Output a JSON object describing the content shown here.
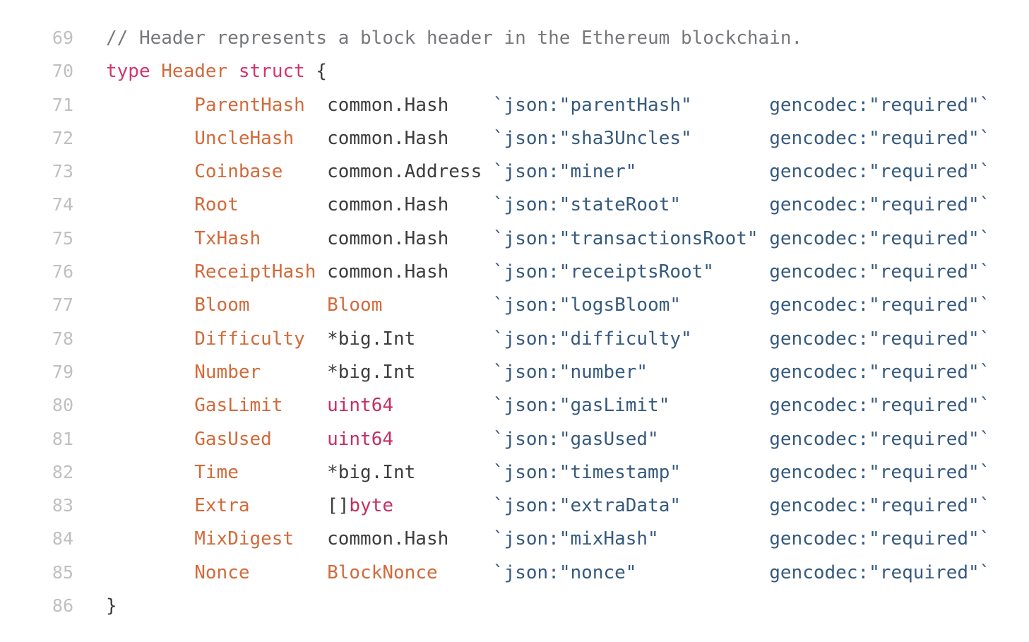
{
  "theme": {
    "bg": "#ffffff",
    "plain": "#3c3d3f",
    "comment": "#76787b",
    "keyword": "#d23669",
    "entity": "#d26a3a",
    "builtin": "#c42f5e",
    "string": "#365a7e",
    "linenum": "#bfc0c2"
  },
  "code": {
    "language": "go",
    "lines": [
      {
        "num": "69",
        "segs": [
          {
            "t": "// Header represents a block header in the Ethereum blockchain.",
            "c": "com"
          }
        ]
      },
      {
        "num": "70",
        "segs": [
          {
            "t": "type",
            "c": "kw"
          },
          {
            "t": " ",
            "c": "pl"
          },
          {
            "t": "Header",
            "c": "ent"
          },
          {
            "t": " ",
            "c": "pl"
          },
          {
            "t": "struct",
            "c": "kw"
          },
          {
            "t": " {",
            "c": "pl"
          }
        ]
      },
      {
        "num": "71",
        "segs": [
          {
            "t": "        ",
            "c": "pl"
          },
          {
            "t": "ParentHash",
            "c": "ent"
          },
          {
            "t": "  common.Hash    ",
            "c": "pl"
          },
          {
            "t": "`json:\"parentHash\"       gencodec:\"required\"`",
            "c": "str"
          }
        ]
      },
      {
        "num": "72",
        "segs": [
          {
            "t": "        ",
            "c": "pl"
          },
          {
            "t": "UncleHash",
            "c": "ent"
          },
          {
            "t": "   common.Hash    ",
            "c": "pl"
          },
          {
            "t": "`json:\"sha3Uncles\"       gencodec:\"required\"`",
            "c": "str"
          }
        ]
      },
      {
        "num": "73",
        "segs": [
          {
            "t": "        ",
            "c": "pl"
          },
          {
            "t": "Coinbase",
            "c": "ent"
          },
          {
            "t": "    common.Address ",
            "c": "pl"
          },
          {
            "t": "`json:\"miner\"            gencodec:\"required\"`",
            "c": "str"
          }
        ]
      },
      {
        "num": "74",
        "segs": [
          {
            "t": "        ",
            "c": "pl"
          },
          {
            "t": "Root",
            "c": "ent"
          },
          {
            "t": "        common.Hash    ",
            "c": "pl"
          },
          {
            "t": "`json:\"stateRoot\"        gencodec:\"required\"`",
            "c": "str"
          }
        ]
      },
      {
        "num": "75",
        "segs": [
          {
            "t": "        ",
            "c": "pl"
          },
          {
            "t": "TxHash",
            "c": "ent"
          },
          {
            "t": "      common.Hash    ",
            "c": "pl"
          },
          {
            "t": "`json:\"transactionsRoot\" gencodec:\"required\"`",
            "c": "str"
          }
        ]
      },
      {
        "num": "76",
        "segs": [
          {
            "t": "        ",
            "c": "pl"
          },
          {
            "t": "ReceiptHash",
            "c": "ent"
          },
          {
            "t": " common.Hash    ",
            "c": "pl"
          },
          {
            "t": "`json:\"receiptsRoot\"     gencodec:\"required\"`",
            "c": "str"
          }
        ]
      },
      {
        "num": "77",
        "segs": [
          {
            "t": "        ",
            "c": "pl"
          },
          {
            "t": "Bloom",
            "c": "ent"
          },
          {
            "t": "       ",
            "c": "pl"
          },
          {
            "t": "Bloom",
            "c": "ent"
          },
          {
            "t": "          ",
            "c": "pl"
          },
          {
            "t": "`json:\"logsBloom\"        gencodec:\"required\"`",
            "c": "str"
          }
        ]
      },
      {
        "num": "78",
        "segs": [
          {
            "t": "        ",
            "c": "pl"
          },
          {
            "t": "Difficulty",
            "c": "ent"
          },
          {
            "t": "  *big.Int       ",
            "c": "pl"
          },
          {
            "t": "`json:\"difficulty\"       gencodec:\"required\"`",
            "c": "str"
          }
        ]
      },
      {
        "num": "79",
        "segs": [
          {
            "t": "        ",
            "c": "pl"
          },
          {
            "t": "Number",
            "c": "ent"
          },
          {
            "t": "      *big.Int       ",
            "c": "pl"
          },
          {
            "t": "`json:\"number\"           gencodec:\"required\"`",
            "c": "str"
          }
        ]
      },
      {
        "num": "80",
        "segs": [
          {
            "t": "        ",
            "c": "pl"
          },
          {
            "t": "GasLimit",
            "c": "ent"
          },
          {
            "t": "    ",
            "c": "pl"
          },
          {
            "t": "uint64",
            "c": "bi"
          },
          {
            "t": "         ",
            "c": "pl"
          },
          {
            "t": "`json:\"gasLimit\"         gencodec:\"required\"`",
            "c": "str"
          }
        ]
      },
      {
        "num": "81",
        "segs": [
          {
            "t": "        ",
            "c": "pl"
          },
          {
            "t": "GasUsed",
            "c": "ent"
          },
          {
            "t": "     ",
            "c": "pl"
          },
          {
            "t": "uint64",
            "c": "bi"
          },
          {
            "t": "         ",
            "c": "pl"
          },
          {
            "t": "`json:\"gasUsed\"          gencodec:\"required\"`",
            "c": "str"
          }
        ]
      },
      {
        "num": "82",
        "segs": [
          {
            "t": "        ",
            "c": "pl"
          },
          {
            "t": "Time",
            "c": "ent"
          },
          {
            "t": "        *big.Int       ",
            "c": "pl"
          },
          {
            "t": "`json:\"timestamp\"        gencodec:\"required\"`",
            "c": "str"
          }
        ]
      },
      {
        "num": "83",
        "segs": [
          {
            "t": "        ",
            "c": "pl"
          },
          {
            "t": "Extra",
            "c": "ent"
          },
          {
            "t": "       []",
            "c": "pl"
          },
          {
            "t": "byte",
            "c": "bi"
          },
          {
            "t": "         ",
            "c": "pl"
          },
          {
            "t": "`json:\"extraData\"        gencodec:\"required\"`",
            "c": "str"
          }
        ]
      },
      {
        "num": "84",
        "segs": [
          {
            "t": "        ",
            "c": "pl"
          },
          {
            "t": "MixDigest",
            "c": "ent"
          },
          {
            "t": "   common.Hash    ",
            "c": "pl"
          },
          {
            "t": "`json:\"mixHash\"          gencodec:\"required\"`",
            "c": "str"
          }
        ]
      },
      {
        "num": "85",
        "segs": [
          {
            "t": "        ",
            "c": "pl"
          },
          {
            "t": "Nonce",
            "c": "ent"
          },
          {
            "t": "       ",
            "c": "pl"
          },
          {
            "t": "BlockNonce",
            "c": "ent"
          },
          {
            "t": "     ",
            "c": "pl"
          },
          {
            "t": "`json:\"nonce\"            gencodec:\"required\"`",
            "c": "str"
          }
        ]
      },
      {
        "num": "86",
        "segs": [
          {
            "t": "}",
            "c": "pl"
          }
        ]
      }
    ]
  }
}
